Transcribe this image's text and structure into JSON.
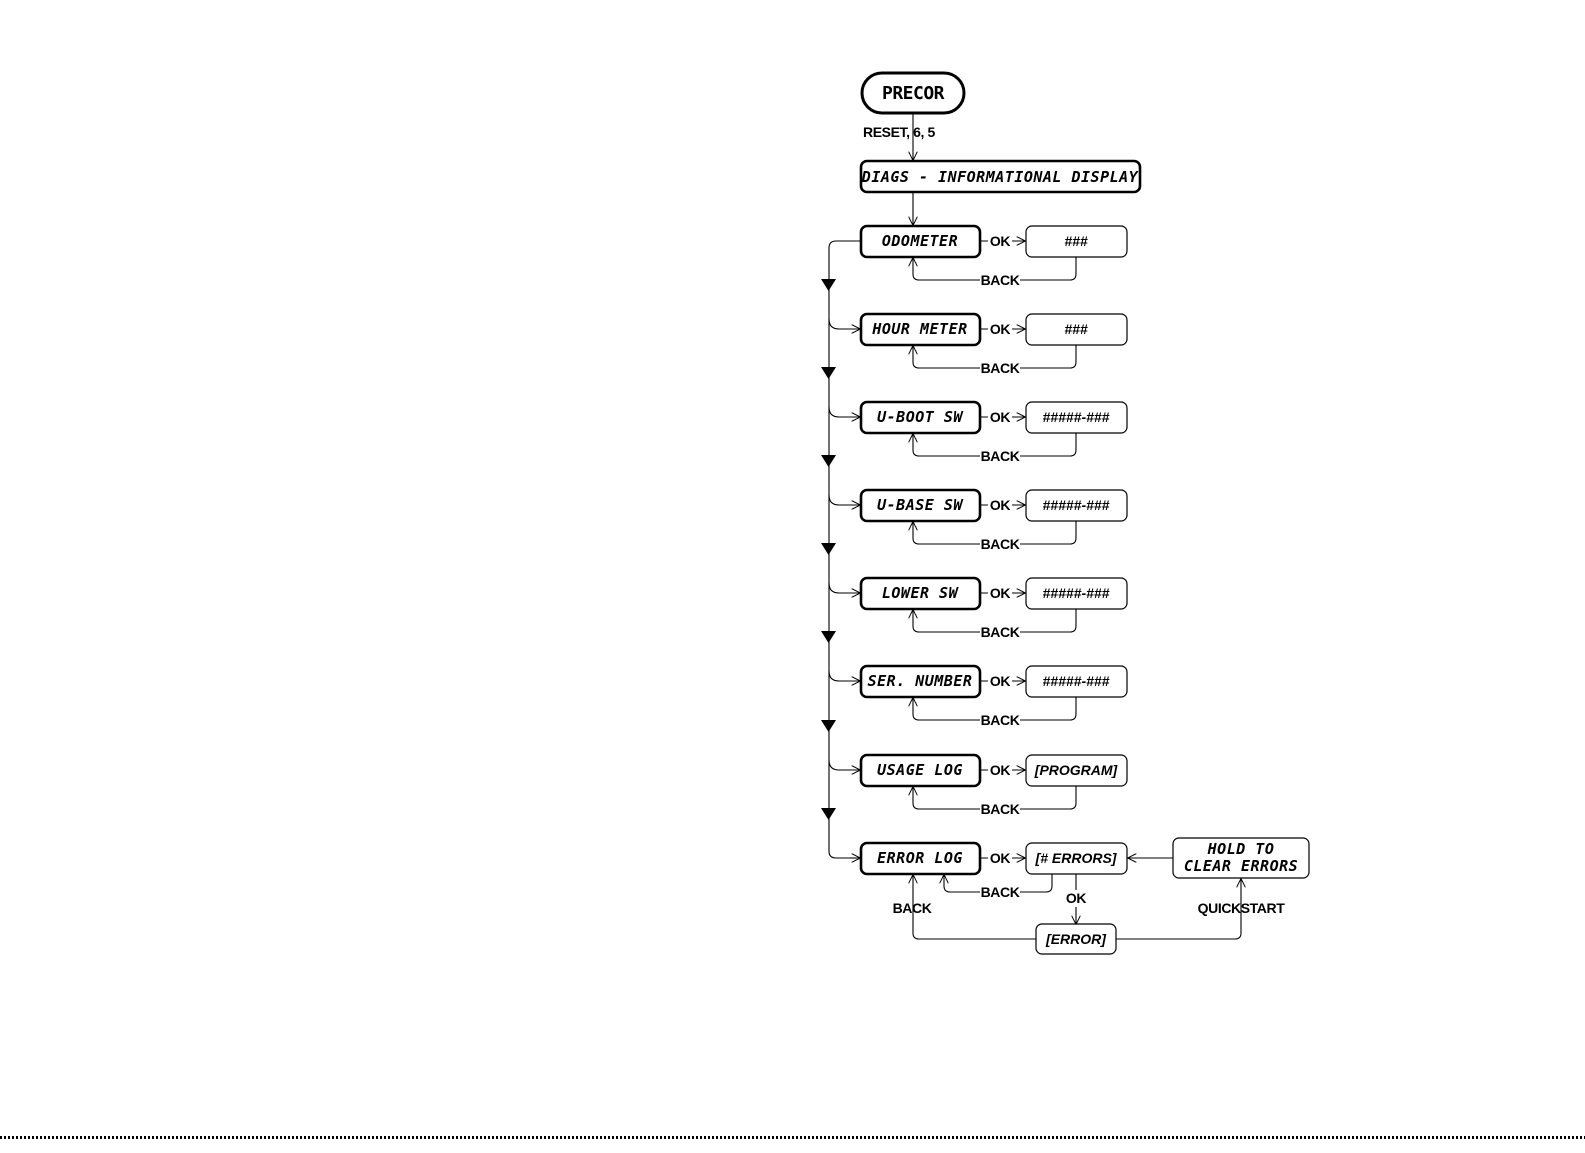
{
  "start": {
    "label": "PRECOR"
  },
  "entry_label": "RESET, 6, 5",
  "title_box": {
    "label": "DIAGS - INFORMATIONAL DISPLAY"
  },
  "ok_label": "OK",
  "back_label": "BACK",
  "items": [
    {
      "label": "ODOMETER",
      "value": "###"
    },
    {
      "label": "HOUR METER",
      "value": "###"
    },
    {
      "label": "U-BOOT SW",
      "value": "#####-###"
    },
    {
      "label": "U-BASE SW",
      "value": "#####-###"
    },
    {
      "label": "LOWER SW",
      "value": "#####-###"
    },
    {
      "label": "SER. NUMBER",
      "value": "#####-###"
    },
    {
      "label": "USAGE LOG",
      "value": "[PROGRAM]"
    }
  ],
  "error_log": {
    "label": "ERROR LOG",
    "value": "[# ERRORS]",
    "error_box": "[ERROR]",
    "ok_label": "OK",
    "back_label_inner": "BACK",
    "back_label_outer": "BACK",
    "quickstart_label": "QUICKSTART",
    "hold_line1": "HOLD TO",
    "hold_line2": "CLEAR ERRORS"
  }
}
